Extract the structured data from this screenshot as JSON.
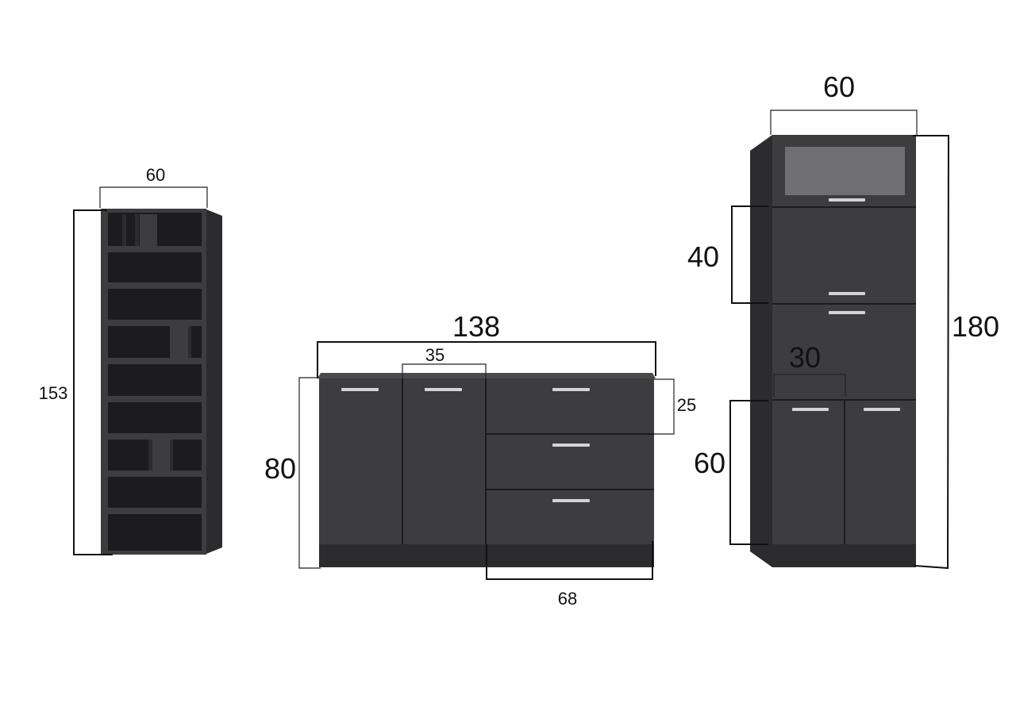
{
  "colors": {
    "panel": "#3d3d3f",
    "panel_side": "#2c2c2e",
    "panel_dark": "#1c1c1e",
    "top": "#4a4a4c",
    "handle": "#d4d4d4",
    "glass": "#6f6f72",
    "line": "#111111",
    "background": "#ffffff"
  },
  "bookshelf": {
    "width_label": "60",
    "height_label": "153"
  },
  "sideboard": {
    "width_label": "138",
    "door_width_label": "35",
    "drawer_height_label": "25",
    "height_label": "80",
    "drawer_width_label": "68"
  },
  "tall_cabinet": {
    "width_label": "60",
    "top_section_label": "40",
    "door_width_label": "30",
    "lower_section_label": "60",
    "height_label": "180"
  }
}
